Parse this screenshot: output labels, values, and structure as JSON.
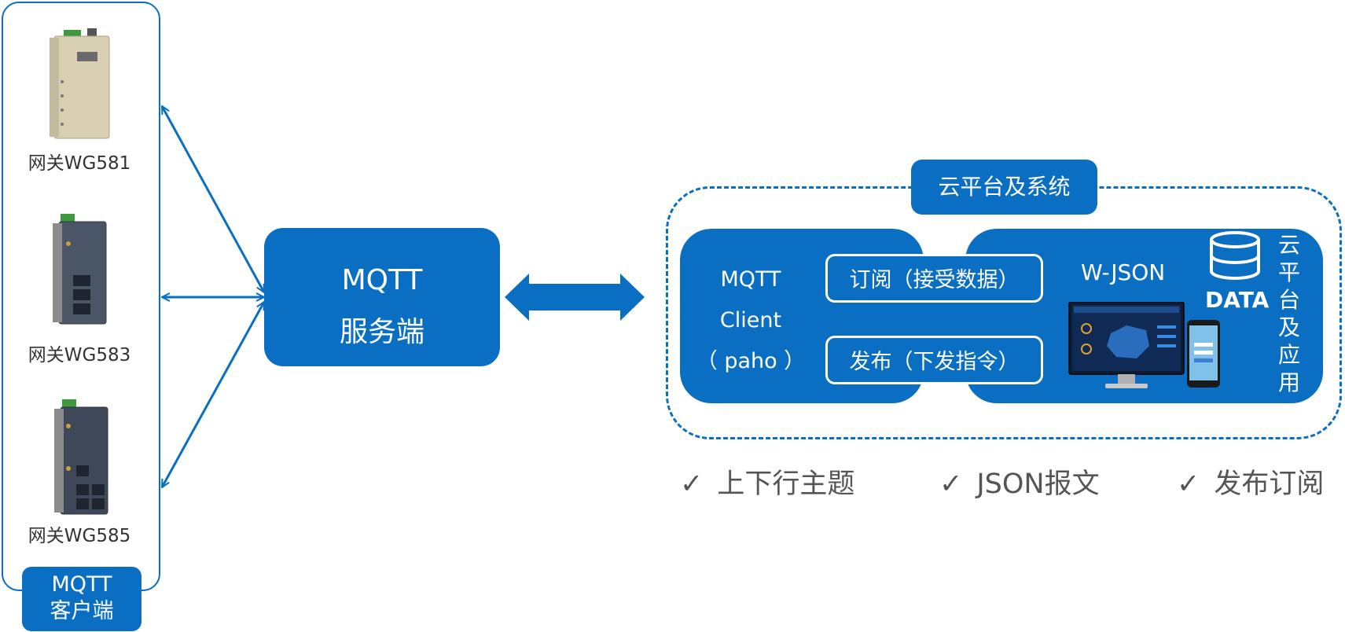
{
  "clients": {
    "badge_line1": "MQTT",
    "badge_line2": "客户端",
    "devices": [
      {
        "label": "网关WG581"
      },
      {
        "label": "网关WG583"
      },
      {
        "label": "网关WG585"
      }
    ]
  },
  "server": {
    "line1": "MQTT",
    "line2": "服务端"
  },
  "cloud": {
    "title": "云平台及系统",
    "client_line1": "MQTT",
    "client_line2": "Client",
    "client_line3": "（ paho ）",
    "subscribe_label": "订阅（接受数据）",
    "publish_label": "发布（下发指令）",
    "format_label": "W-JSON",
    "data_label": "DATA",
    "app_label": "云平台及应用"
  },
  "features": [
    {
      "check": "✓",
      "label": "上下行主题"
    },
    {
      "check": "✓",
      "label": "JSON报文"
    },
    {
      "check": "✓",
      "label": "发布订阅"
    }
  ],
  "colors": {
    "primary": "#0a6fc2",
    "text_gray": "#555555"
  }
}
